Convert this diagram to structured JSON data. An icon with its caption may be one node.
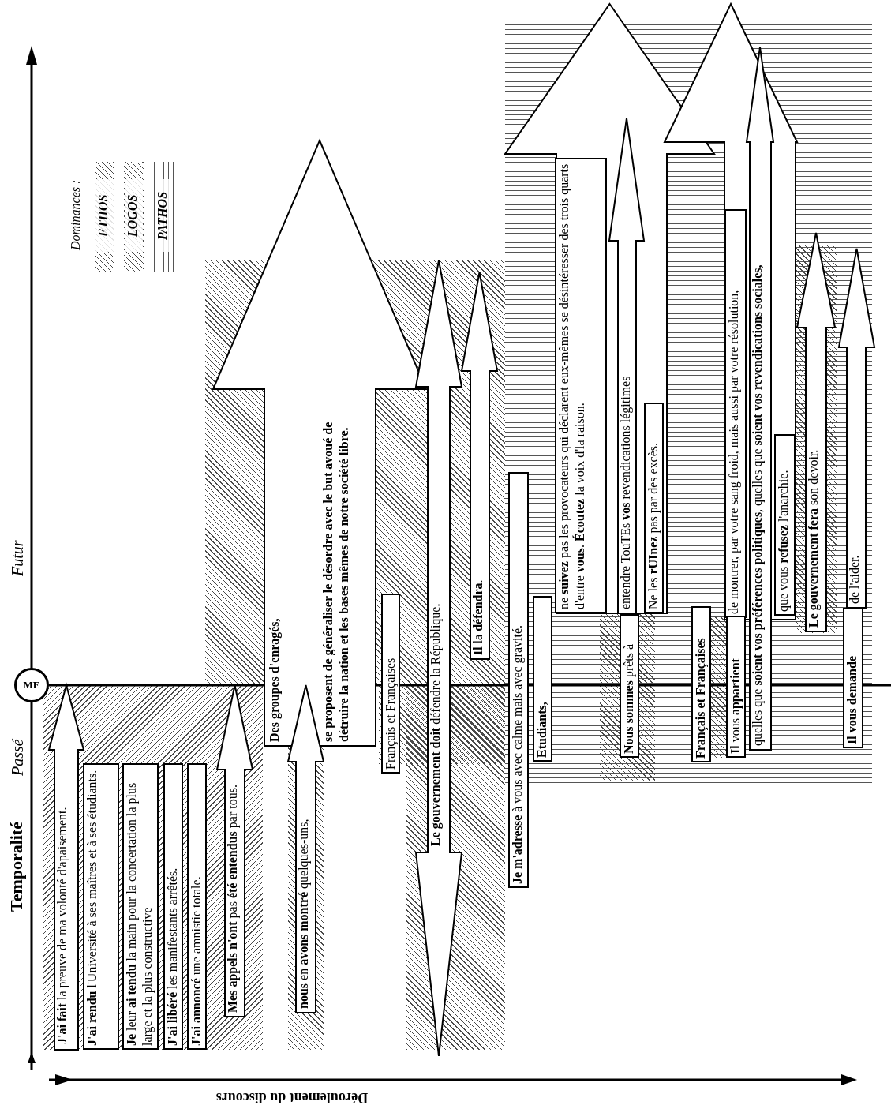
{
  "diagram": {
    "nodes": [
      {
        "text": [
          "ME"
        ]
      },
      {
        "text": [
          "**J'ai fait** la preuve de ma volonté d'apaisement."
        ]
      },
      {
        "text": [
          "**J'ai rendu** l'Université à ses maîtres et à ses étudiants."
        ]
      },
      {
        "text": [
          "**Je** leur **ai tendu** la main pour la concertation la plus large et la plus constructive"
        ]
      },
      {
        "text": [
          "**J'ai libéré** les manifestants arrêtés."
        ]
      },
      {
        "text": [
          "**J'ai annoncé** une amnistie totale."
        ]
      },
      {
        "text": [
          "**Mes appels n'ont** pas **été entendus** par tous."
        ]
      },
      {
        "text": [
          "Des groupes d'enragés,",
          "se proposent de généraliser le désordre avec le but avoué de détruire la nation et les bases mêmes de notre société libre."
        ]
      },
      {
        "text": [
          "**nous** en **avons montré** quelques-uns,"
        ]
      },
      {
        "text": [
          "Français et Françaises"
        ]
      },
      {
        "text": [
          "**Le gouvernement doit** défendre la République."
        ]
      },
      {
        "text": [
          "**Il** la **défendra**."
        ]
      },
      {
        "text": [
          "**Je m'adresse** à vous avec calme mais avec gravité."
        ]
      },
      {
        "text": [
          "Etudiants,"
        ]
      },
      {
        "text": [],
        "shape": "arrow"
      },
      {
        "text": [
          "ne **suivez** pas les provocateurs qui déclarent eux-mêmes se désintéresser des trois quarts d'entre **vous**. **Écoutez** la voix d'la raison."
        ],
        "in": 14
      },
      {
        "text": [
          "entendre TouTEs **vos** revendications légitimes"
        ],
        "in": 14
      },
      {
        "text": [
          "Ne les **rUInez** pas par des excès."
        ],
        "in": 14
      },
      {
        "text": [
          "**Nous sommes** prêts à"
        ]
      },
      {
        "text": [
          "Français et Françaises"
        ]
      },
      {
        "text": [],
        "shape": "arrow"
      },
      {
        "text": [
          "de montrer, par votre sang froid, mais aussi par votre résolution,"
        ],
        "in": 20
      },
      {
        "text": [
          "quelles que **soient vos préférences politiques**, quelles que **soient vos revendications sociales,**"
        ]
      },
      {
        "text": [
          "que vous **refusez** l'anarchie."
        ],
        "in": 20
      },
      {
        "text": [
          "**Il** vous **appartient**"
        ]
      },
      {
        "text": [
          "**Le gouvernement fera** son devoir."
        ]
      },
      {
        "text": [
          "de l'aider."
        ]
      },
      {
        "text": [
          "Il vous demande"
        ]
      }
    ],
    "labels": [
      "Temporalité",
      "Passé",
      "Futur",
      "Dominances :",
      "Déroulement du discours"
    ],
    "legend": [
      {
        "text": "ETHOS"
      },
      {
        "text": "LOGOS"
      },
      {
        "text": "PATHOS"
      }
    ]
  }
}
